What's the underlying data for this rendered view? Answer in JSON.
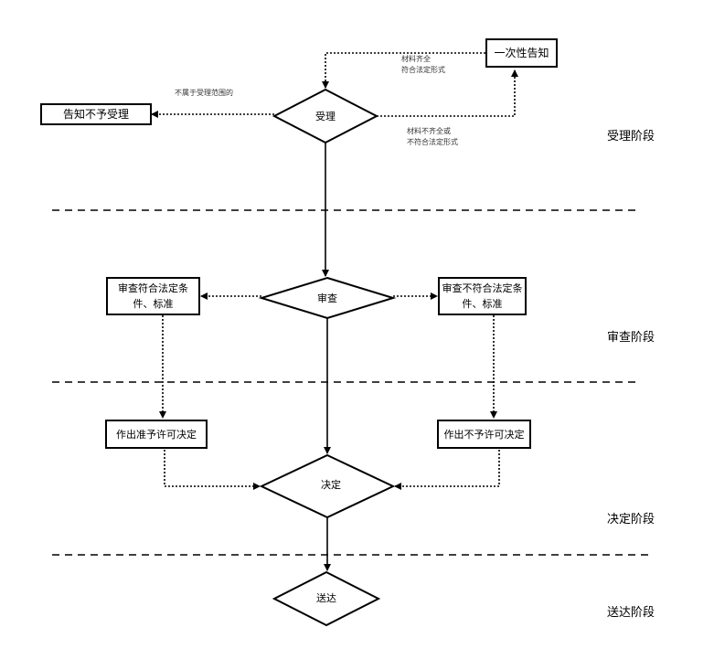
{
  "boxes": {
    "one_time_notice": "一次性告知",
    "reject_notice": "告知不予受理",
    "review_ok": "审查符合法定条件、标准",
    "review_fail": "审查不符合法定条件、标准",
    "grant": "作出准予许可决定",
    "deny": "作出不予许可决定"
  },
  "decisions": {
    "accept": "受理",
    "review": "审查",
    "decide": "决定",
    "deliver": "送达"
  },
  "edge_labels": {
    "complete_line1": "材料齐全",
    "complete_line2": "符合法定形式",
    "incomplete_line1": "材料不齐全或",
    "incomplete_line2": "不符合法定形式",
    "out_of_scope": "不属于受理范围的"
  },
  "stages": {
    "accept": "受理阶段",
    "review": "审查阶段",
    "decide": "决定阶段",
    "deliver": "送达阶段"
  }
}
